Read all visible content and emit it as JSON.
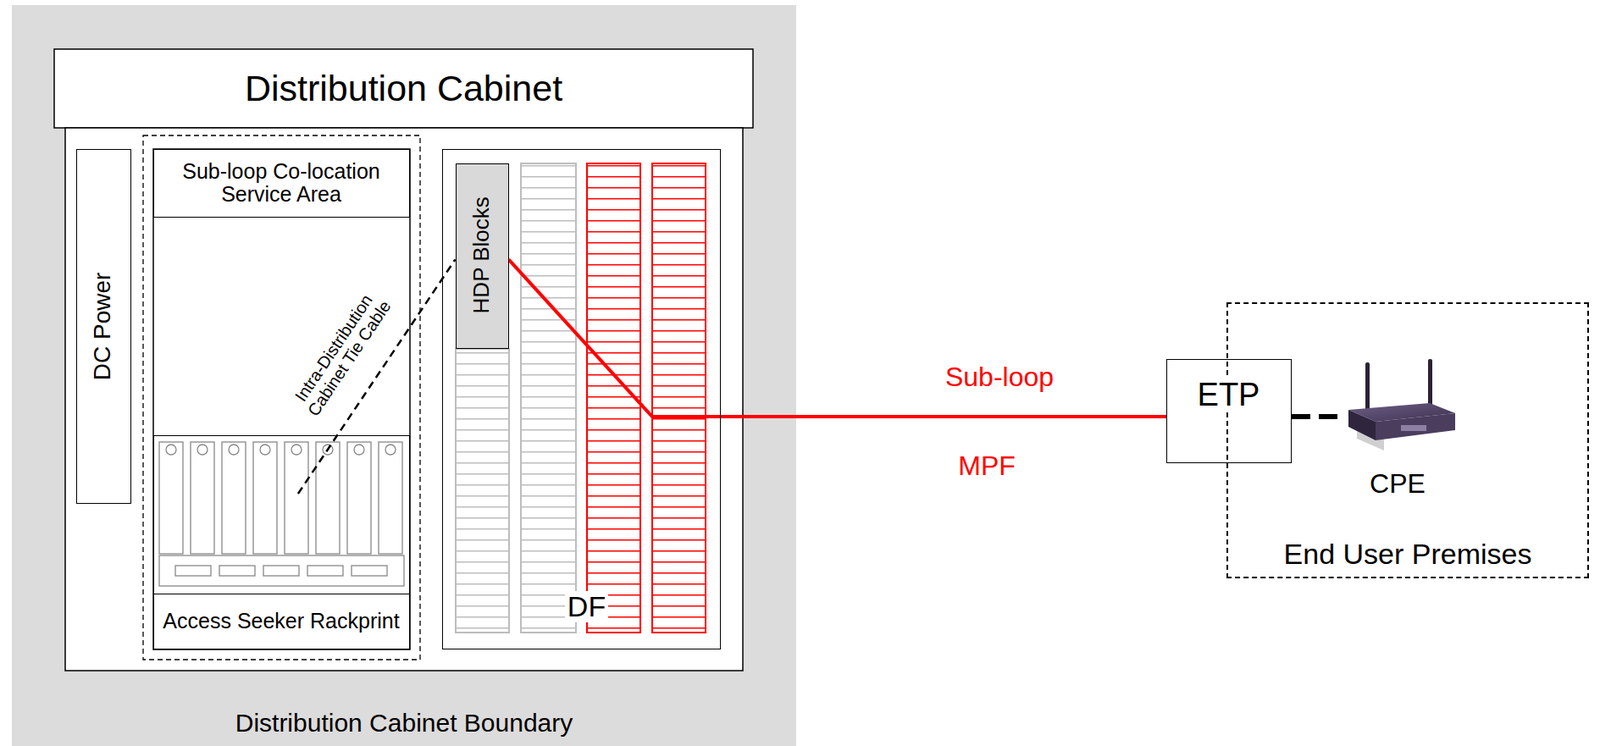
{
  "diagram": {
    "nodes": [
      {
        "text": [
          "Distribution Cabinet Boundary"
        ]
      },
      {
        "text": [
          "Distribution Cabinet"
        ],
        "in": 0
      },
      {
        "text": [
          "DC Power"
        ],
        "in": 1
      },
      {
        "text": [
          "Sub-loop Co-location Service Area"
        ],
        "in": 1
      },
      {
        "text": [
          "Access Seeker Rackprint"
        ],
        "in": 1
      },
      {
        "text": [
          "DF"
        ],
        "in": 1
      },
      {
        "text": [
          "HDP Blocks"
        ],
        "in": 5
      },
      {
        "text": [
          "ETP"
        ]
      },
      {
        "text": [
          "End User Premises"
        ]
      },
      {
        "text": [
          "CPE"
        ],
        "in": 8
      }
    ],
    "edges": [
      {
        "from": 6,
        "to": 7,
        "arrow": "none",
        "label": "Sub-loop"
      },
      {
        "from": 4,
        "to": 6,
        "arrow": "none",
        "label": "Intra-Distribution Cabinet Tie Cable"
      },
      {
        "from": 7,
        "to": 9,
        "arrow": "none"
      }
    ],
    "labels": [
      "MPF"
    ]
  }
}
